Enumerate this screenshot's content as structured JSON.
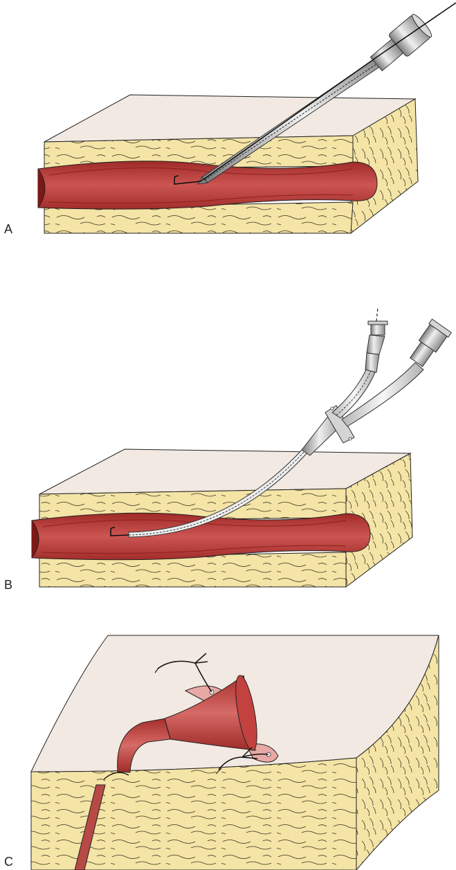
{
  "figure": {
    "panels": [
      {
        "label": "A"
      },
      {
        "label": "B"
      },
      {
        "label": "C"
      }
    ]
  },
  "colors": {
    "skin_top": "#f1e9e2",
    "fat": "#f4e4a6",
    "vessel_wall": "#b8322f",
    "vessel_lumen": "#c94a47",
    "metal": "#bdbdbd",
    "suture": "#1a1a1a"
  }
}
